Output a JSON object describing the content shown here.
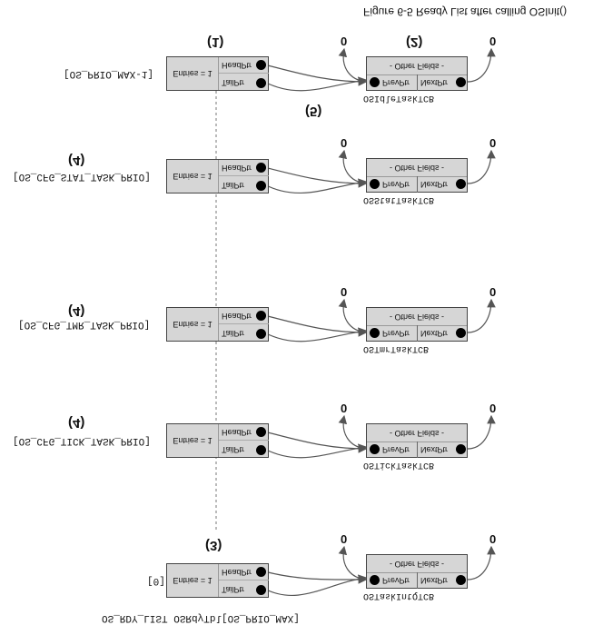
{
  "title": "Figure 6-5 Ready List after calling OSInit()",
  "array_label": "OS_RDY_LIST OSRdyTbl[OS_PRIO_MAX]",
  "entries": [
    {
      "index_label": "[OS_PRIO_MAX-1]",
      "marker": "(1)",
      "entries_text": "Entries = 1",
      "head": "HeadPtr",
      "tail": "TailPtr",
      "tcb": {
        "name": "OSIdleTaskTCB",
        "marker": "(2)",
        "other": "- Other Fields -",
        "prev": "PrevPtr",
        "next": "NextPtr",
        "prev_null": "0",
        "next_null": "0"
      },
      "link_marker": "(5)"
    },
    {
      "index_label": "[OS_CFG_STAT_TASK_PRIO]",
      "marker": "(4)",
      "entries_text": "Entries = 1",
      "head": "HeadPtr",
      "tail": "TailPtr",
      "tcb": {
        "name": "OSStatTaskTCB",
        "marker": "",
        "other": "- Other Fields -",
        "prev": "PrevPtr",
        "next": "NextPtr",
        "prev_null": "0",
        "next_null": "0"
      }
    },
    {
      "index_label": "[OS_CFG_TMR_TASK_PRIO]",
      "marker": "(4)",
      "entries_text": "Entries = 1",
      "head": "HeadPtr",
      "tail": "TailPtr",
      "tcb": {
        "name": "OSTmrTaskTCB",
        "marker": "",
        "other": "- Other Fields -",
        "prev": "PrevPtr",
        "next": "NextPtr",
        "prev_null": "0",
        "next_null": "0"
      }
    },
    {
      "index_label": "[OS_CFG_TICK_TASK_PRIO]",
      "marker": "(4)",
      "entries_text": "Entries = 1",
      "head": "HeadPtr",
      "tail": "TailPtr",
      "tcb": {
        "name": "OSTickTaskTCB",
        "marker": "",
        "other": "- Other Fields -",
        "prev": "PrevPtr",
        "next": "NextPtr",
        "prev_null": "0",
        "next_null": "0"
      }
    },
    {
      "index_label": "[0]",
      "marker": "(3)",
      "entries_text": "Entries = 1",
      "head": "HeadPtr",
      "tail": "TailPtr",
      "tcb": {
        "name": "OSTaskIntQTCB",
        "marker": "",
        "other": "- Other Fields -",
        "prev": "PrevPtr",
        "next": "NextPtr",
        "prev_null": "0",
        "next_null": "0"
      }
    }
  ]
}
